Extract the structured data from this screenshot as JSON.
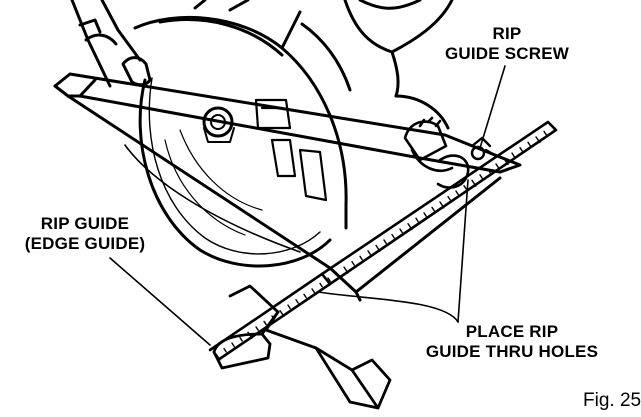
{
  "figure": {
    "caption": "Fig. 25",
    "callouts": {
      "rip_guide_screw": [
        "RIP",
        "GUIDE SCREW"
      ],
      "rip_guide": [
        "RIP GUIDE",
        "(EDGE GUIDE)"
      ],
      "place_holes": [
        "PLACE RIP",
        "GUIDE THRU HOLES"
      ]
    }
  },
  "colors": {
    "ink": "#000000",
    "paper": "#ffffff"
  }
}
